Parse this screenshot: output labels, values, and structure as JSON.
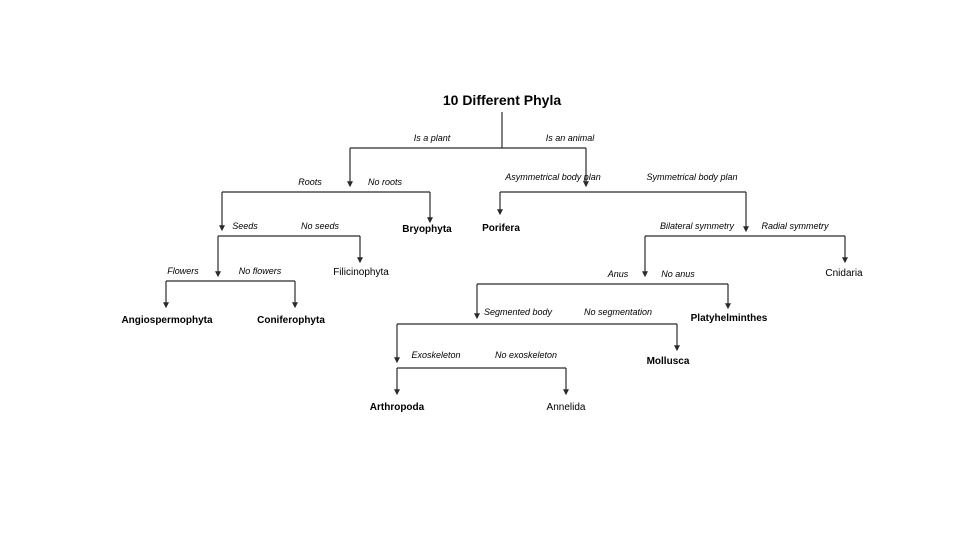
{
  "slide": {
    "title": "10 Different Phyla",
    "background_color": "#ffffff",
    "line_color": "#2b2b2b",
    "text_color": "#000000"
  },
  "branch_labels": {
    "is_a_plant": "Is a plant",
    "is_an_animal": "Is an animal",
    "roots": "Roots",
    "no_roots": "No roots",
    "seeds": "Seeds",
    "no_seeds": "No seeds",
    "flowers": "Flowers",
    "no_flowers": "No flowers",
    "asymmetrical": "Asymmetrical body plan",
    "symmetrical": "Symmetrical body plan",
    "bilateral": "Bilateral symmetry",
    "radial": "Radial symmetry",
    "anus": "Anus",
    "no_anus": "No anus",
    "segmented": "Segmented body",
    "no_segmentation": "No segmentation",
    "exoskeleton": "Exoskeleton",
    "no_exoskeleton": "No exoskeleton"
  },
  "leaves": {
    "bryophyta": "Bryophyta",
    "filicinophyta": "Filicinophyta",
    "angiospermophyta": "Angiospermophyta",
    "coniferophyta": "Coniferophyta",
    "porifera": "Porifera",
    "cnidaria": "Cnidaria",
    "platyhelminthes": "Platyhelminthes",
    "mollusca": "Mollusca",
    "arthropoda": "Arthropoda",
    "annelida": "Annelida"
  },
  "chart_data": {
    "type": "diagram",
    "title": "10 Different Phyla",
    "diagram_kind": "dichotomous-key",
    "nodes": [
      {
        "id": "root",
        "label": "10 Different Phyla",
        "kind": "title"
      },
      {
        "id": "plant",
        "label": "Is a plant",
        "parent": "root"
      },
      {
        "id": "animal",
        "label": "Is an animal",
        "parent": "root"
      },
      {
        "id": "roots",
        "label": "Roots",
        "parent": "plant"
      },
      {
        "id": "no_roots",
        "label": "No roots",
        "parent": "plant",
        "leaf": "Bryophyta"
      },
      {
        "id": "seeds",
        "label": "Seeds",
        "parent": "roots"
      },
      {
        "id": "no_seeds",
        "label": "No seeds",
        "parent": "roots",
        "leaf": "Filicinophyta"
      },
      {
        "id": "flowers",
        "label": "Flowers",
        "parent": "seeds",
        "leaf": "Angiospermophyta"
      },
      {
        "id": "no_flowers",
        "label": "No flowers",
        "parent": "seeds",
        "leaf": "Coniferophyta"
      },
      {
        "id": "asym",
        "label": "Asymmetrical body plan",
        "parent": "animal",
        "leaf": "Porifera"
      },
      {
        "id": "sym",
        "label": "Symmetrical body plan",
        "parent": "animal"
      },
      {
        "id": "bilateral",
        "label": "Bilateral symmetry",
        "parent": "sym"
      },
      {
        "id": "radial",
        "label": "Radial symmetry",
        "parent": "sym",
        "leaf": "Cnidaria"
      },
      {
        "id": "anus",
        "label": "Anus",
        "parent": "bilateral"
      },
      {
        "id": "no_anus",
        "label": "No anus",
        "parent": "bilateral",
        "leaf": "Platyhelminthes"
      },
      {
        "id": "segmented",
        "label": "Segmented body",
        "parent": "anus"
      },
      {
        "id": "no_segmentation",
        "label": "No segmentation",
        "parent": "anus",
        "leaf": "Mollusca"
      },
      {
        "id": "exoskeleton",
        "label": "Exoskeleton",
        "parent": "segmented",
        "leaf": "Arthropoda"
      },
      {
        "id": "no_exoskeleton",
        "label": "No exoskeleton",
        "parent": "segmented",
        "leaf": "Annelida"
      }
    ]
  }
}
